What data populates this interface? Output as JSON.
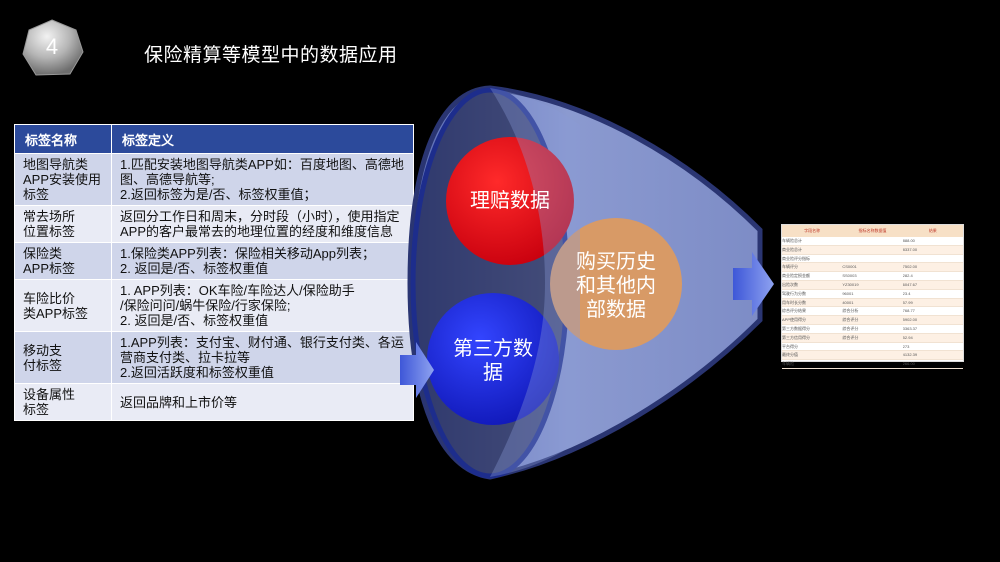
{
  "slide_number": "4",
  "title": "保险精算等模型中的数据应用",
  "table": {
    "headers": [
      "标签名称",
      "标签定义"
    ],
    "rows": [
      {
        "name": [
          "地图导航类",
          "APP安装使用",
          "标签"
        ],
        "definition": [
          "1.匹配安装地图导航类APP如：百度地图、高德地",
          "图、高德导航等;",
          "2.返回标签为是/否、标签权重值；"
        ]
      },
      {
        "name": [
          "常去场所",
          "位置标签"
        ],
        "definition": [
          "返回分工作日和周末，分时段（小时），使用指定",
          "APP的客户最常去的地理位置的经度和维度信息"
        ]
      },
      {
        "name": [
          "保险类",
          "APP标签"
        ],
        "definition": [
          "1.保险类APP列表：保险相关移动App列表；",
          "2. 返回是/否、标签权重值"
        ]
      },
      {
        "name": [
          "车险比价",
          "类APP标签"
        ],
        "definition": [
          "1. APP列表：OK车险/车险达人/保险助手",
          "/保险问问/蜗牛保险/行家保险;",
          "2. 返回是/否、标签权重值"
        ]
      },
      {
        "name": [
          "移动支",
          "付标签"
        ],
        "definition": [
          "1.APP列表：支付宝、财付通、银行支付类、各运",
          "营商支付类、拉卡拉等",
          "2.返回活跃度和标签权重值"
        ]
      },
      {
        "name": [
          "设备属性",
          "标签"
        ],
        "definition": [
          "返回品牌和上市价等"
        ]
      }
    ]
  },
  "funnel": {
    "circles": {
      "claims": [
        "理赔数据"
      ],
      "third_party": [
        "第三方数",
        "据"
      ],
      "purchase": [
        "购买历史",
        "和其他内",
        "部数据"
      ]
    },
    "colors": {
      "claims": "#e8101c",
      "third_party": "#1e2fd6",
      "purchase": "#d89a66",
      "funnel": "#7f8fc8",
      "arrow": "#6f86e6"
    }
  },
  "output_preview": {
    "headers": [
      "字段名称",
      "指标名称数据值",
      "结果"
    ],
    "rows": [
      [
        "车辆险总计",
        "",
        "888.00"
      ],
      [
        "商业险总计",
        "",
        "8337.00"
      ],
      [
        "商业险评分指标",
        "",
        ""
      ],
      [
        "车辆评分",
        "CS0001",
        "7502.00"
      ],
      [
        "商业险定损金额",
        "SS0003",
        "282.4"
      ],
      [
        "出险次数",
        "YZ30019",
        "6047.67"
      ],
      [
        "驾驶行为分数",
        "96001",
        "23.4"
      ],
      [
        "用车时长分数",
        "40001",
        "57.99"
      ],
      [
        "综合评分结果",
        "综合分析",
        "768.77"
      ],
      [
        "APP使用得分",
        "综合评分",
        "5902.00"
      ],
      [
        "第三方数据得分",
        "综合评分",
        "3363.37"
      ],
      [
        "第三方信用得分",
        "综合评分",
        "52.94"
      ],
      [
        "平台得分",
        "",
        "273"
      ],
      [
        "最终分值",
        "",
        "4132.39"
      ],
      [
        "车辆险",
        "",
        "266.00"
      ]
    ]
  }
}
